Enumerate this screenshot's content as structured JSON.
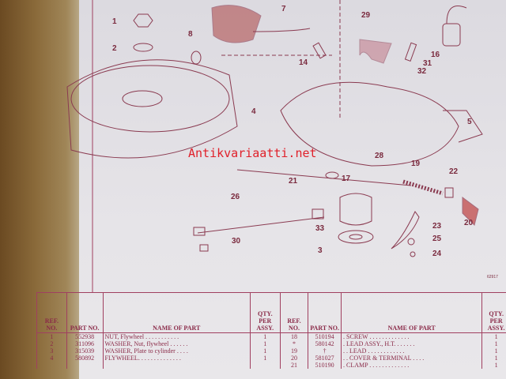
{
  "watermark": "Antikvariaatti.net",
  "figure_code": "62917",
  "callouts": [
    "1",
    "7",
    "2",
    "8",
    "29",
    "16",
    "14",
    "31",
    "32",
    "4",
    "5",
    "28",
    "19",
    "22",
    "21",
    "17",
    "26",
    "33",
    "23",
    "25",
    "20",
    "30",
    "3",
    "24"
  ],
  "table": {
    "headers": {
      "ref": "REF. NO.",
      "part": "PART NO.",
      "name": "NAME OF PART",
      "qty": "QTY. PER ASSY."
    },
    "left_rows": [
      {
        "ref": "1",
        "part": "552938",
        "name": "NUT, Flywheel . . . . . . . . . . .",
        "qty": "1"
      },
      {
        "ref": "2",
        "part": "311096",
        "name": "WASHER, Nut, flywheel . . . . . .",
        "qty": "1"
      },
      {
        "ref": "3",
        "part": "315039",
        "name": "WASHER, Plate to cylinder . . . .",
        "qty": "1"
      },
      {
        "ref": "4",
        "part": "580892",
        "name": "FLYWHEEL. . . . . . . . . . . . . .",
        "qty": "1"
      }
    ],
    "right_rows": [
      {
        "ref": "18",
        "part": "510194",
        "name": ". SCREW . . . . . . . . . . . . .",
        "qty": "1"
      },
      {
        "ref": "*",
        "part": "580142",
        "name": ". LEAD ASSY., H.T. . . . . . .",
        "qty": "1"
      },
      {
        "ref": "19",
        "part": "†",
        "name": ". . LEAD . . . . . . . . . . . .",
        "qty": "1"
      },
      {
        "ref": "20",
        "part": "581027",
        "name": ". . COVER & TERMINAL . . . .",
        "qty": "1"
      },
      {
        "ref": "21",
        "part": "510190",
        "name": ". CLAMP . . . . . . . . . . . . .",
        "qty": "1"
      }
    ]
  }
}
